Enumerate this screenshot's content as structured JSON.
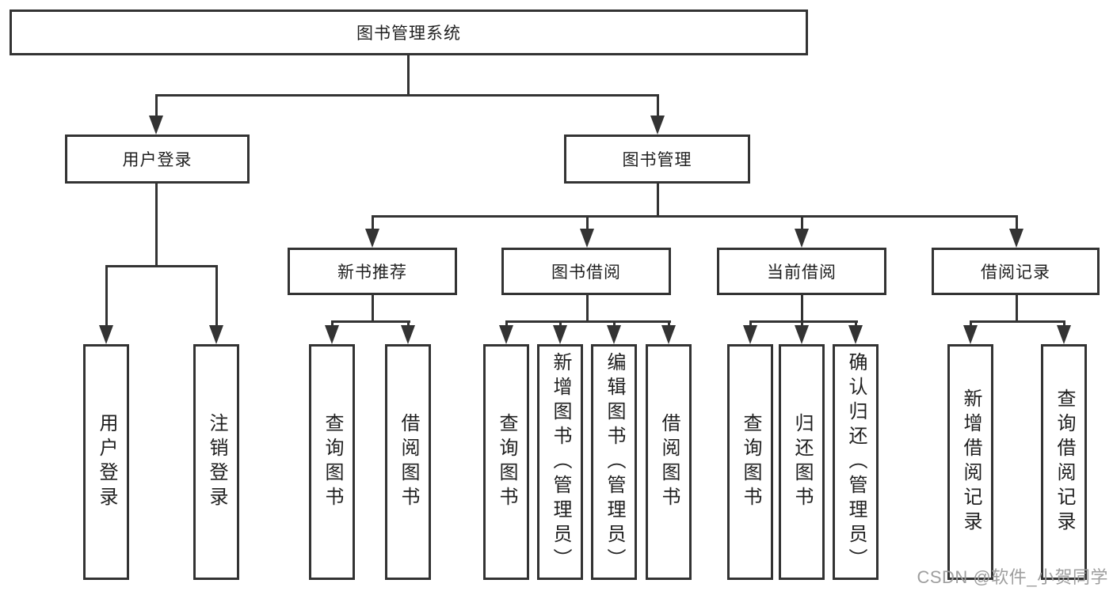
{
  "diagram": {
    "title": "图书管理系统",
    "root": {
      "label": "图书管理系统"
    },
    "level2": {
      "user_login": {
        "label": "用户登录"
      },
      "book_mgmt": {
        "label": "图书管理"
      }
    },
    "level3": {
      "new_book_rec": {
        "label": "新书推荐"
      },
      "book_borrow": {
        "label": "图书借阅"
      },
      "current_borrow": {
        "label": "当前借阅"
      },
      "borrow_records": {
        "label": "借阅记录"
      }
    },
    "leaves": {
      "login": [
        "用户登录",
        "注销登录"
      ],
      "recommend": [
        "查询图书",
        "借阅图书"
      ],
      "borrow": [
        "查询图书",
        "新增图书（管理员）",
        "编辑图书（管理员）",
        "借阅图书"
      ],
      "current": [
        "查询图书",
        "归还图书",
        "确认归还（管理员）"
      ],
      "records": [
        "新增借阅记录",
        "查询借阅记录"
      ]
    },
    "colors": {
      "line": "#333333",
      "text": "#1f1f1f",
      "background": "#ffffff",
      "watermark_color": "#9e9e9e"
    },
    "watermark": "CSDN @软件_小贺同学"
  }
}
